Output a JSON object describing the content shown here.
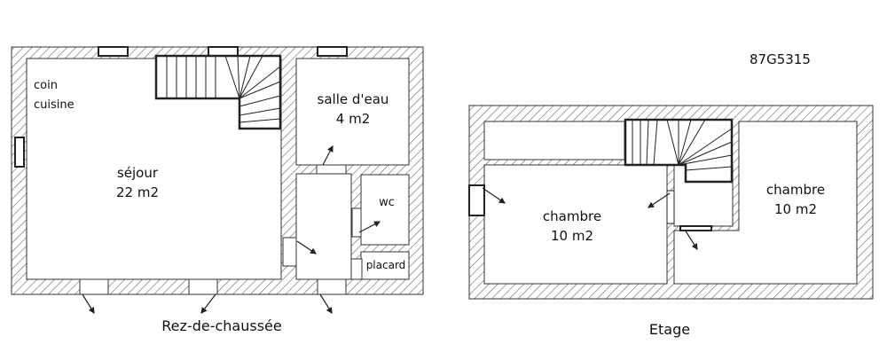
{
  "reference": "87G5315",
  "ground_floor": {
    "title": "Rez-de-chaussée",
    "rooms": [
      {
        "name": "coin",
        "name2": "cuisine"
      },
      {
        "name": "séjour",
        "area": "22 m2"
      },
      {
        "name": "salle d'eau",
        "area": "4 m2"
      },
      {
        "name": "wc"
      },
      {
        "name": "placard"
      }
    ]
  },
  "upper_floor": {
    "title": "Etage",
    "rooms": [
      {
        "name": "chambre",
        "area": "10 m2"
      },
      {
        "name": "chambre",
        "area": "10 m2"
      }
    ]
  },
  "colors": {
    "wall_hatch": "#555555",
    "line": "#222222"
  }
}
